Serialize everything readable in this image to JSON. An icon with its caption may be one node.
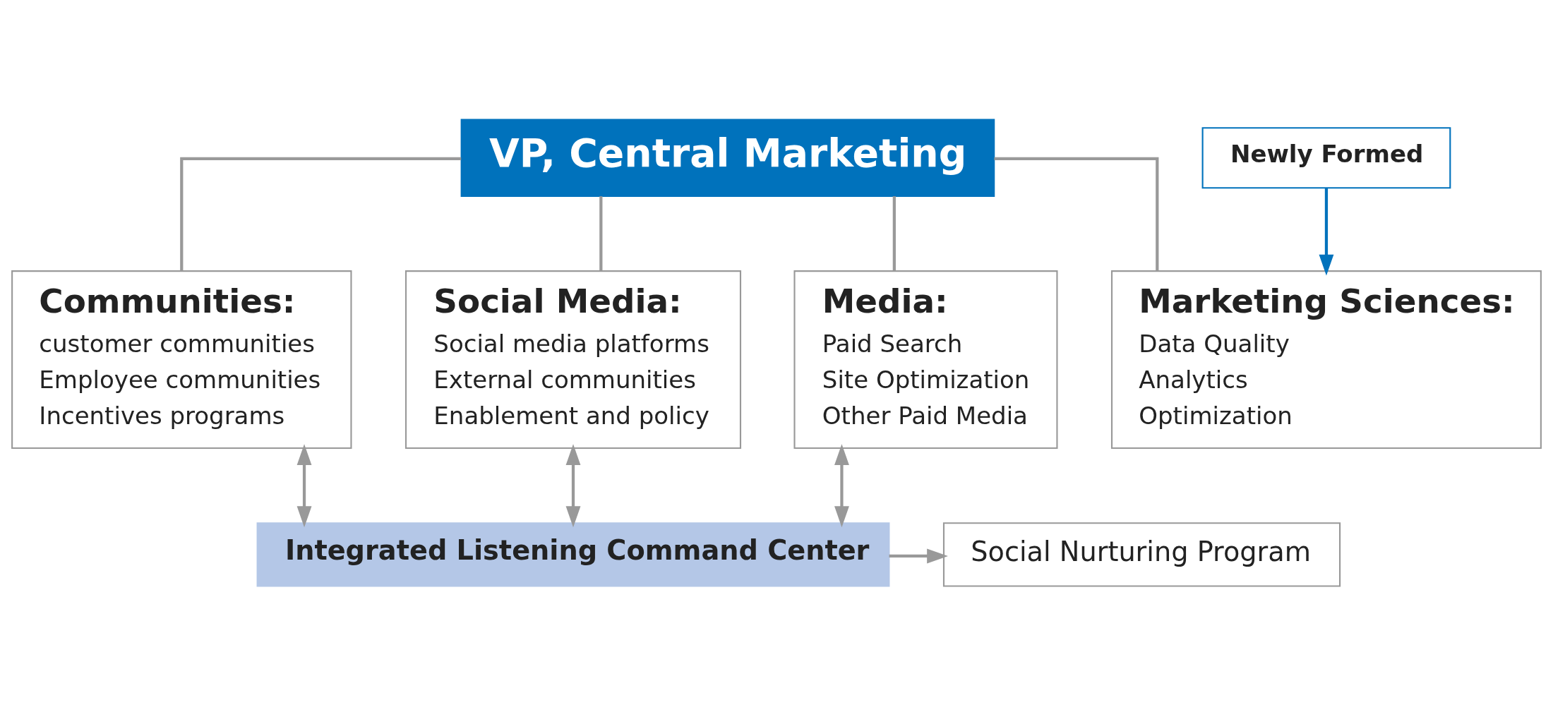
{
  "diagram": {
    "nodes": [
      {
        "text": [
          "VP, Central Marketing"
        ]
      },
      {
        "text": [
          "Newly Formed"
        ]
      },
      {
        "text": [
          "Communities:",
          "customer communities",
          "Employee communities",
          "Incentives programs"
        ]
      },
      {
        "text": [
          "Social Media:",
          "Social media platforms",
          "External communities",
          "Enablement and policy"
        ]
      },
      {
        "text": [
          "Media:",
          "Paid Search",
          "Site Optimization",
          "Other Paid Media"
        ]
      },
      {
        "text": [
          "Marketing Sciences:",
          "Data Quality",
          "Analytics",
          "Optimization"
        ]
      },
      {
        "text": [
          "Integrated Listening Command Center"
        ]
      },
      {
        "text": [
          "Social Nurturing Program"
        ]
      }
    ],
    "edges": [
      {
        "from": 0,
        "to": 2,
        "arrow": "none"
      },
      {
        "from": 0,
        "to": 3,
        "arrow": "none"
      },
      {
        "from": 0,
        "to": 4,
        "arrow": "none"
      },
      {
        "from": 0,
        "to": 5,
        "arrow": "none"
      },
      {
        "from": 1,
        "to": 5,
        "arrow": "to",
        "color": "#0072bc"
      },
      {
        "from": 2,
        "to": 6,
        "arrow": "both"
      },
      {
        "from": 3,
        "to": 6,
        "arrow": "both"
      },
      {
        "from": 4,
        "to": 6,
        "arrow": "both"
      },
      {
        "from": 6,
        "to": 7,
        "arrow": "to"
      }
    ]
  }
}
